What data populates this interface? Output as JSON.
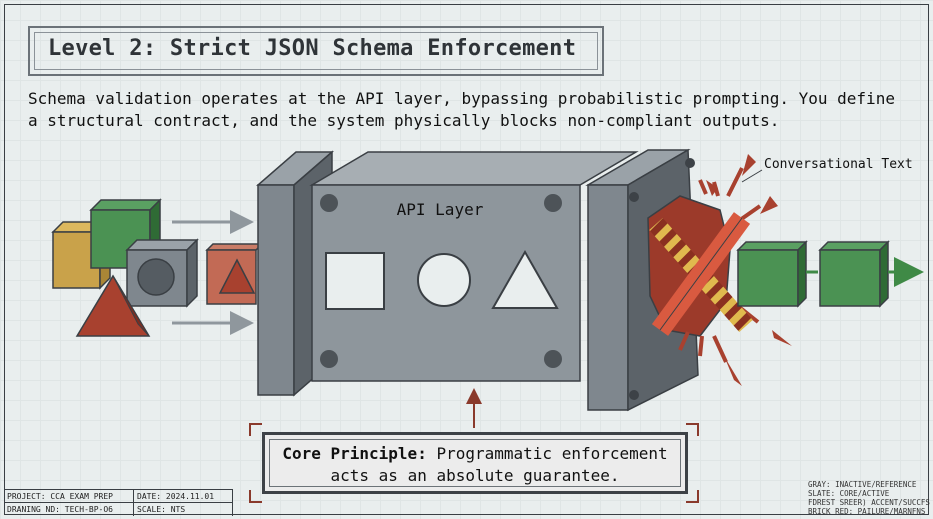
{
  "title": "Level 2: Strict JSON Schema Enforcement",
  "description": "Schema validation operates at the API layer, bypassing probabilistic prompting. You define a structural contract, and the system physically blocks non-compliant outputs.",
  "diagram": {
    "api_label": "API Layer",
    "rejected_label": "Conversational Text"
  },
  "core": {
    "label": "Core Principle:",
    "text_line1": " Programmatic enforcement",
    "text_line2": "acts as an absolute guarantee."
  },
  "legend": [
    "GRAY: INACTIVE/REFERENCE",
    "SLATE: CORE/ACTIVE",
    "FDREST SREER) ACCENT/SUCCFS",
    "BRICK RED: PAILURE/MARNFNS"
  ],
  "title_block": {
    "project": "PROJECT: CCA EXAM PREP",
    "date": "DATE: 2024.11.01",
    "drawing_no": "DRANING ND: TECH-BP-O6",
    "scale": "SCALE: NTS"
  },
  "colors": {
    "slate": "#7f878e",
    "slate_dark": "#474d52",
    "green": "#3f8a46",
    "brick": "#a8412f",
    "yellow": "#c9a24a",
    "stripe": "#e0b94e"
  }
}
